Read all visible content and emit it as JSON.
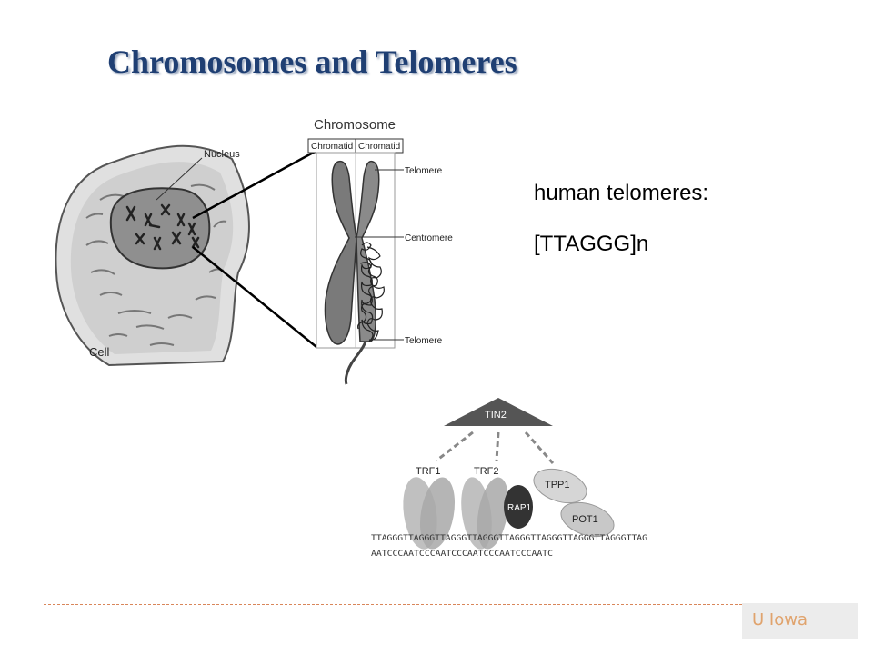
{
  "slide": {
    "title": "Chromosomes and Telomeres",
    "notes": [
      "human telomeres:",
      "[TTAGGG]n"
    ],
    "footer": "U Iowa"
  },
  "cell_figure": {
    "chromosome_heading": "Chromosome",
    "chromatid_left": "Chromatid",
    "chromatid_right": "Chromatid",
    "nucleus_label": "Nucleus",
    "cell_label": "Cell",
    "telomere_top_label": "Telomere",
    "centromere_label": "Centromere",
    "telomere_bottom_label": "Telomere"
  },
  "shelterin_figure": {
    "tin2": "TIN2",
    "trf1": "TRF1",
    "trf2": "TRF2",
    "tpp1": "TPP1",
    "rap1": "RAP1",
    "pot1": "POT1",
    "seq_top": "TTAGGGTTAGGGTTAGGGTTAGGGTTAGGGTTAGGGTTAGGGTTAGGGTTAG",
    "seq_bottom": "AATCCCAATCCCAATCCCAATCCCAATCCCAATC"
  }
}
